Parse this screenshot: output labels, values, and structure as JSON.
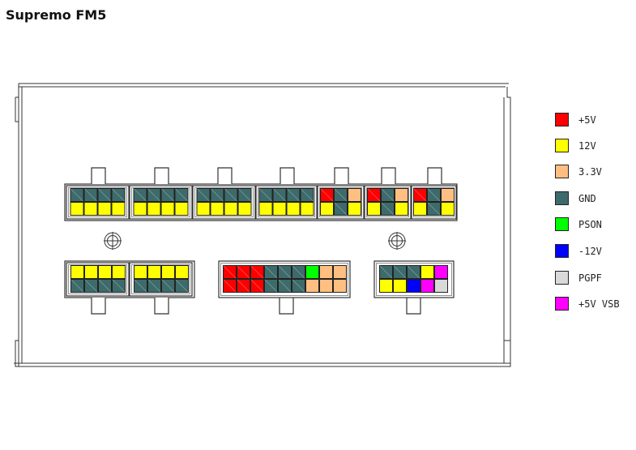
{
  "title": "Supremo FM5",
  "legend": [
    {
      "key": "p5v",
      "label": "+5V",
      "color": "#ff0000"
    },
    {
      "key": "p12v",
      "label": "12V",
      "color": "#ffff00"
    },
    {
      "key": "p33v",
      "label": "3.3V",
      "color": "#ffbf80"
    },
    {
      "key": "gnd",
      "label": "GND",
      "color": "#3d6b6b"
    },
    {
      "key": "pson",
      "label": "PSON",
      "color": "#00ff00"
    },
    {
      "key": "m12v",
      "label": "-12V",
      "color": "#0000ff"
    },
    {
      "key": "pgpf",
      "label": "PGPF",
      "color": "#d9d9d9"
    },
    {
      "key": "vsb",
      "label": "+5V VSB",
      "color": "#ff00ff"
    }
  ],
  "connectors": {
    "top": [
      {
        "rows": [
          [
            "gnd",
            "gnd",
            "gnd",
            "gnd"
          ],
          [
            "p12v",
            "p12v",
            "p12v",
            "p12v"
          ]
        ]
      },
      {
        "rows": [
          [
            "gnd",
            "gnd",
            "gnd",
            "gnd"
          ],
          [
            "p12v",
            "p12v",
            "p12v",
            "p12v"
          ]
        ]
      },
      {
        "rows": [
          [
            "gnd",
            "gnd",
            "gnd",
            "gnd"
          ],
          [
            "p12v",
            "p12v",
            "p12v",
            "p12v"
          ]
        ]
      },
      {
        "rows": [
          [
            "gnd",
            "gnd",
            "gnd",
            "gnd"
          ],
          [
            "p12v",
            "p12v",
            "p12v",
            "p12v"
          ]
        ]
      },
      {
        "rows": [
          [
            "p5v",
            "gnd",
            "p33v"
          ],
          [
            "p12v",
            "gnd",
            "p12v"
          ]
        ]
      },
      {
        "rows": [
          [
            "p5v",
            "gnd",
            "p33v"
          ],
          [
            "p12v",
            "gnd",
            "p12v"
          ]
        ]
      },
      {
        "rows": [
          [
            "p5v",
            "gnd",
            "p33v"
          ],
          [
            "p12v",
            "gnd",
            "p12v"
          ]
        ]
      }
    ],
    "bottom_left": [
      {
        "rows": [
          [
            "p12v",
            "p12v",
            "p12v",
            "p12v"
          ],
          [
            "gnd",
            "gnd",
            "gnd",
            "gnd"
          ]
        ]
      },
      {
        "rows": [
          [
            "p12v",
            "p12v",
            "p12v",
            "p12v"
          ],
          [
            "gnd",
            "gnd",
            "gnd",
            "gnd"
          ]
        ]
      }
    ],
    "main": {
      "rows": [
        [
          "p5v",
          "p5v",
          "p5v",
          "gnd",
          "gnd",
          "gnd",
          "pson",
          "p33v",
          "p33v"
        ],
        [
          "p5v",
          "p5v",
          "p5v",
          "gnd",
          "gnd",
          "gnd",
          "p33v",
          "p33v",
          "p33v"
        ]
      ]
    },
    "aux": {
      "rows": [
        [
          "gnd",
          "gnd",
          "gnd",
          "p12v",
          "vsb"
        ],
        [
          "p12v",
          "p12v",
          "m12v",
          "vsb",
          "pgpf"
        ]
      ]
    }
  }
}
